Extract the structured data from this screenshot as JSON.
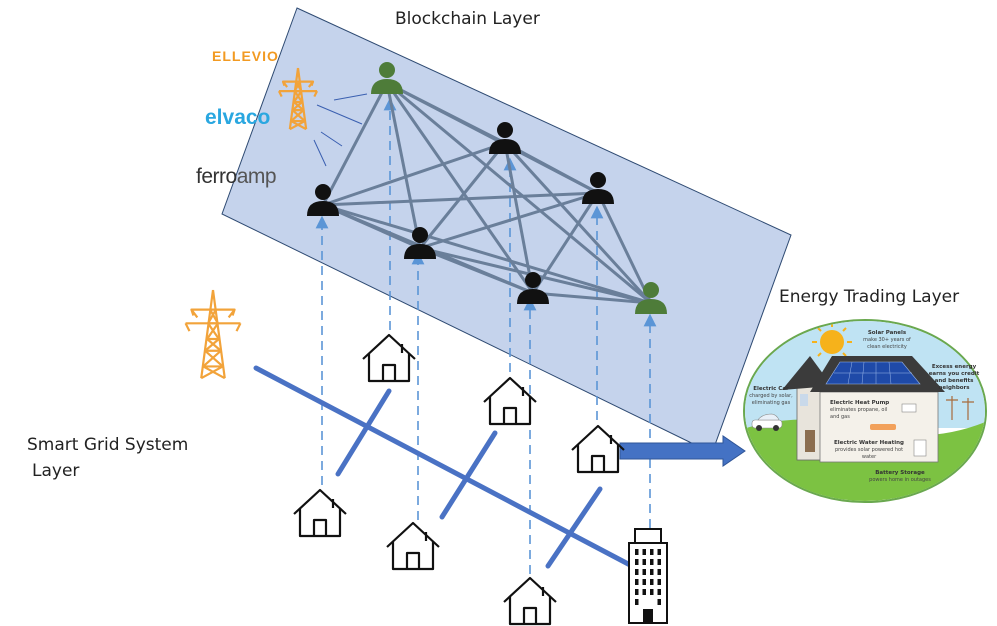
{
  "labels": {
    "blockchain_layer": "Blockchain Layer",
    "energy_trading_layer": "Energy Trading Layer",
    "smart_grid_line1": "Smart Grid System",
    "smart_grid_line2": "Layer"
  },
  "logos": {
    "ellevio": "ELLEVIO",
    "elvaco": "elvaco",
    "ferroamp_a": "ferro",
    "ferroamp_b": "amp"
  },
  "energy_annotations": {
    "solar_title": "Solar Panels",
    "solar_text": "make 30+ years of clean electricity",
    "excess_title": "Excess energy earns you credit and benefits neighbors",
    "car_title": "Electric Car",
    "car_text": "charged by solar, eliminating gas",
    "heatpump_title": "Electric Heat Pump",
    "heatpump_text": "eliminates propane, oil and gas",
    "water_title": "Electric Water Heating",
    "water_text": "provides solar powered hot water",
    "battery_title": "Battery Storage",
    "battery_text": "powers home in outages"
  },
  "colors": {
    "blockchain_panel": "#c5d3ec",
    "panel_border": "#2e4a72",
    "edge": "#6a7f9a",
    "grid_line": "#4a72c4",
    "dashed_arrow": "#5b95d6",
    "tower_orange": "#f2a33a",
    "node_green": "#4e7c39",
    "node_black": "#111111",
    "trade_arrow": "#4472c4",
    "sky": "#bfe3f3",
    "grass": "#7cc242"
  },
  "icons": {
    "transmission_tower": "transmission-tower-icon",
    "user": "user-icon",
    "house": "house-icon",
    "building": "office-building-icon"
  }
}
